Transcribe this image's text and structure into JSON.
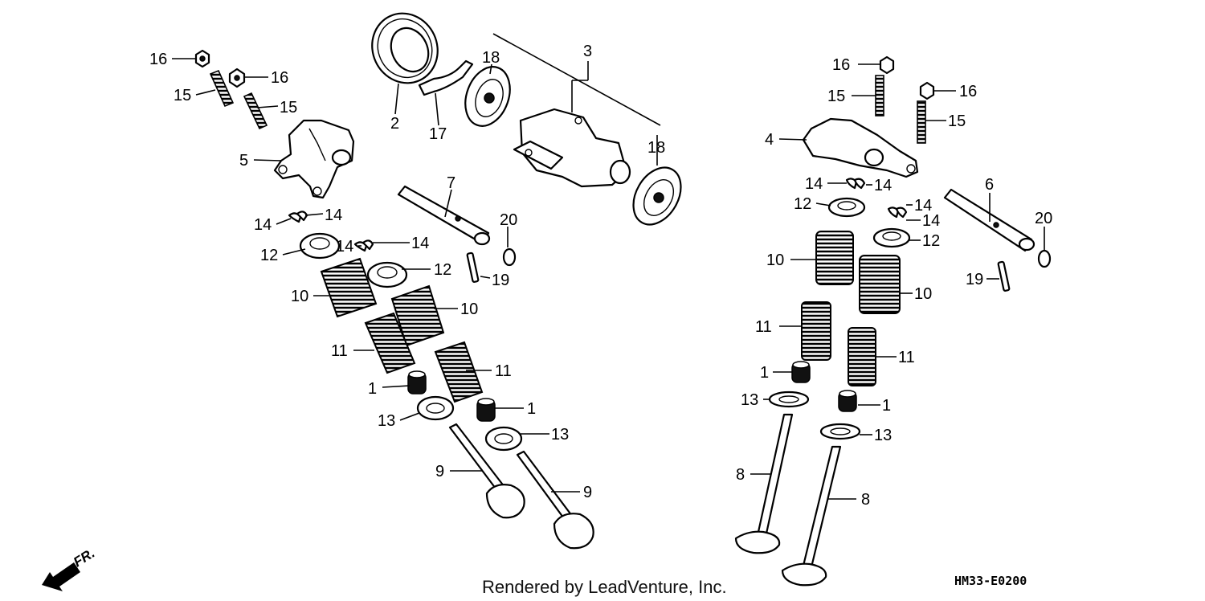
{
  "diagram": {
    "footer_credit": "Rendered by LeadVenture, Inc.",
    "diagram_code": "HM33-E0200",
    "direction_label": "FR.",
    "callouts": {
      "c16a": "16",
      "c16b": "16",
      "c15a": "15",
      "c15b": "15",
      "c5": "5",
      "c14a": "14",
      "c14b": "14",
      "c12a": "12",
      "c14c": "14",
      "c14d": "14",
      "c12b": "12",
      "c10a": "10",
      "c10b": "10",
      "c11a": "11",
      "c11b": "11",
      "c1a": "1",
      "c1b": "1",
      "c13a": "13",
      "c13b": "13",
      "c9a": "9",
      "c9b": "9",
      "c2": "2",
      "c17": "17",
      "c18a": "18",
      "c3": "3",
      "c18b": "18",
      "c7": "7",
      "c20a": "20",
      "c19a": "19",
      "c16c": "16",
      "c16d": "16",
      "c15c": "15",
      "c15d": "15",
      "c4": "4",
      "c14e": "14",
      "c14f": "14",
      "c12c": "12",
      "c14g": "14",
      "c14h": "14",
      "c12d": "12",
      "c6": "6",
      "c20b": "20",
      "c19b": "19",
      "c10c": "10",
      "c10d": "10",
      "c11c": "11",
      "c11d": "11",
      "c1c": "1",
      "c1d": "1",
      "c13c": "13",
      "c13d": "13",
      "c8a": "8",
      "c8b": "8"
    }
  }
}
